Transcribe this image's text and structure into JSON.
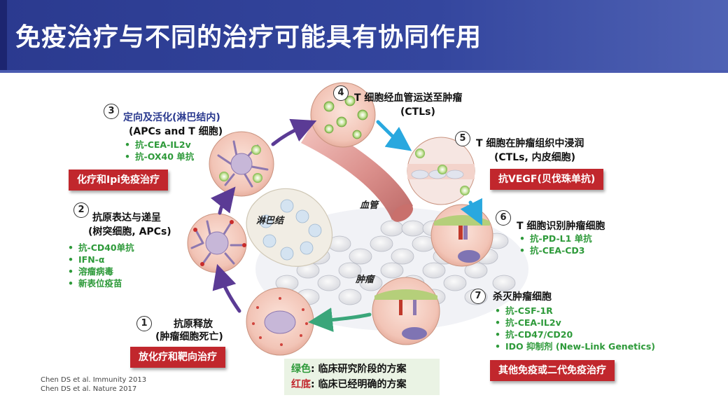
{
  "title": "免疫治疗与不同的治疗可能具有协同作用",
  "steps": [
    {
      "num": "1",
      "title": "抗原释放",
      "subtitle": "(肿瘤细胞死亡)",
      "agents": []
    },
    {
      "num": "2",
      "title": "抗原表达与递呈",
      "subtitle": "(树突细胞, APCs)",
      "agents": [
        "抗-CD40单抗",
        "IFN-α",
        "溶瘤病毒",
        "新表位疫苗"
      ]
    },
    {
      "num": "3",
      "title": "定向及活化(淋巴结内)",
      "subtitle": "(APCs and T 细胞)",
      "agents": [
        "抗-CEA-IL2v",
        "抗-OX40 单抗"
      ]
    },
    {
      "num": "4",
      "title": "T 细胞经血管运送至肿瘤",
      "subtitle": "(CTLs)",
      "agents": []
    },
    {
      "num": "5",
      "title": "T 细胞在肿瘤组织中浸润",
      "subtitle": "(CTLs, 内皮细胞)",
      "agents": []
    },
    {
      "num": "6",
      "title": "T 细胞识别肿瘤细胞",
      "subtitle": "",
      "agents": [
        "抗-PD-L1 单抗",
        "抗-CEA-CD3"
      ]
    },
    {
      "num": "7",
      "title": "杀灭肿瘤细胞",
      "subtitle": "",
      "agents": [
        "抗-CSF-1R",
        "抗-CEA-IL2v",
        "抗-CD47/CD20",
        "IDO 抑制剂 (New-Link Genetics)"
      ]
    }
  ],
  "boxes": {
    "step1": "放化疗和靶向治疗",
    "step3": "化疗和Ipi免疫治疗",
    "step5": "抗VEGF(贝伐珠单抗)",
    "step7": "其他免疫或二代免疫治疗"
  },
  "labels": {
    "lymph_node": "淋巴结",
    "blood_vessel": "血管",
    "tumor": "肿瘤"
  },
  "legend": {
    "green_key": "绿色",
    "green_text": ": 临床研究阶段的方案",
    "red_key": "红底",
    "red_text": ": 临床已经明确的方案"
  },
  "citations": [
    "Chen DS et al. Immunity 2013",
    "Chen DS et al. Nature 2017"
  ],
  "colors": {
    "header": "#2b3a8f",
    "red_box": "#c1272d",
    "green_text": "#2e9a3a",
    "cycle_arrow": "#5b3b95",
    "cyan_arrow": "#29a8df",
    "teal_arrow": "#3aa67a"
  }
}
